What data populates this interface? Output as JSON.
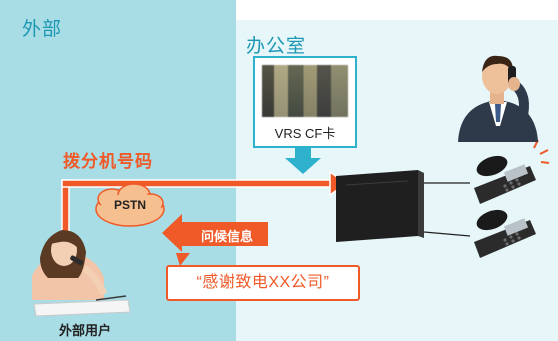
{
  "zones": {
    "outside_label": "外部",
    "office_label": "办公室"
  },
  "card": {
    "label": "VRS CF卡"
  },
  "flow": {
    "dial_label": "拨分机号码",
    "pstn_label": "PSTN",
    "greeting_label": "问候信息",
    "greeting_quote": "“感谢致电XX公司”"
  },
  "caller": {
    "label": "外部用户"
  },
  "colors": {
    "outside_bg": "#a8dde6",
    "office_bg": "#e6f6f9",
    "accent_orange": "#ef5a28",
    "accent_teal": "#2eb1cc"
  }
}
